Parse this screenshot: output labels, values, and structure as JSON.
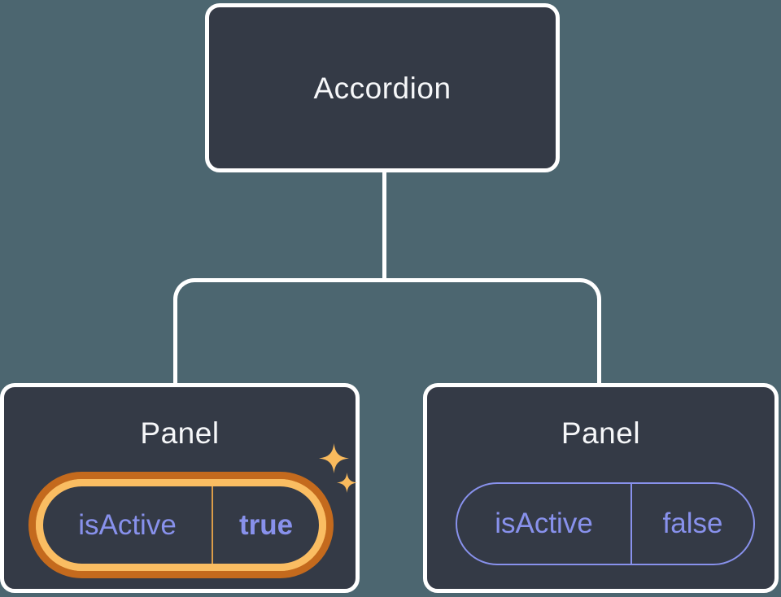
{
  "tree": {
    "root": {
      "title": "Accordion"
    },
    "panels": [
      {
        "title": "Panel",
        "prop_name": "isActive",
        "prop_value": "true",
        "state": "active",
        "highlighted": true
      },
      {
        "title": "Panel",
        "prop_name": "isActive",
        "prop_value": "false",
        "state": "inactive",
        "highlighted": false
      }
    ]
  },
  "colors": {
    "background": "#4C6670",
    "node_fill": "#343A46",
    "node_border": "#FFFFFF",
    "title_text": "#F6F7F9",
    "prop_text": "#8891EC",
    "highlight_ring_outer": "#C46A1D",
    "highlight_ring_inner": "#FABD62",
    "highlight_divider": "#DB9C49",
    "sparkle": "#F9BA5D"
  }
}
